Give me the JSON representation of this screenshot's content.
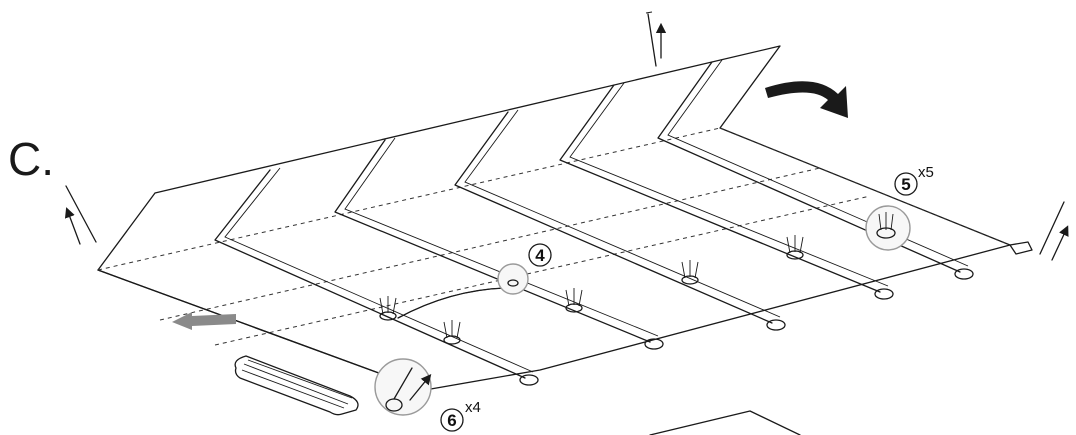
{
  "step": {
    "letter": "C."
  },
  "callouts": [
    {
      "id": "callout-4",
      "number": "4",
      "multiplier": ""
    },
    {
      "id": "callout-5",
      "number": "5",
      "multiplier": "x5"
    },
    {
      "id": "callout-6",
      "number": "6",
      "multiplier": "x4"
    }
  ],
  "icons": {
    "fold-arrow": "curved-arrow-icon",
    "slide-arrow": "gray-arrow-icon",
    "pull-arrows": "pull-up-arrow-icon",
    "stakes": "tent-stake-icon",
    "rolled-part": "rolled-pole-bundle-icon"
  },
  "colors": {
    "ink": "#1a1a1a",
    "magnifier": "#9a9a9a",
    "slide-arrow": "#8a8a8a"
  }
}
